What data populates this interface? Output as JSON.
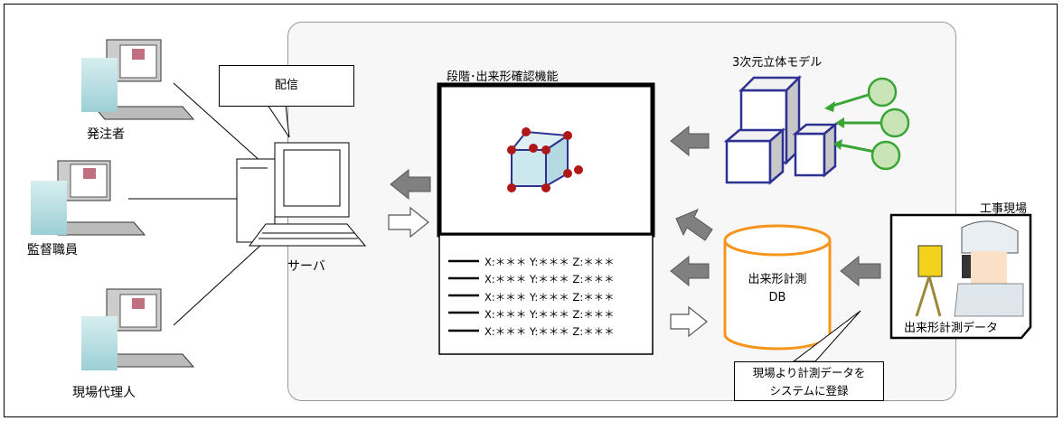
{
  "roles": {
    "orderer": "発注者",
    "supervisor": "監督職員",
    "site_agent": "現場代理人"
  },
  "server": {
    "label": "サーバ",
    "callout": "配信"
  },
  "check_function": {
    "title": "段階･出来形確認機能",
    "data_rows": [
      "X:＊＊＊ Y:＊＊＊ Z:＊＊＊",
      "X:＊＊＊ Y:＊＊＊ Z:＊＊＊",
      "X:＊＊＊ Y:＊＊＊ Z:＊＊＊",
      "X:＊＊＊ Y:＊＊＊ Z:＊＊＊",
      "X:＊＊＊ Y:＊＊＊ Z:＊＊＊"
    ]
  },
  "model": {
    "title": "3次元立体モデル"
  },
  "database": {
    "line1": "出来形計測",
    "line2": "DB"
  },
  "site": {
    "title": "工事現場",
    "caption": "出来形計測データ"
  },
  "register_callout": {
    "line1": "現場より計測データを",
    "line2": "システムに登録"
  },
  "colors": {
    "arrow": "#808080",
    "cube_stroke": "#2e3192",
    "db_stroke": "#f7941d",
    "node_green": "#3aa435"
  }
}
